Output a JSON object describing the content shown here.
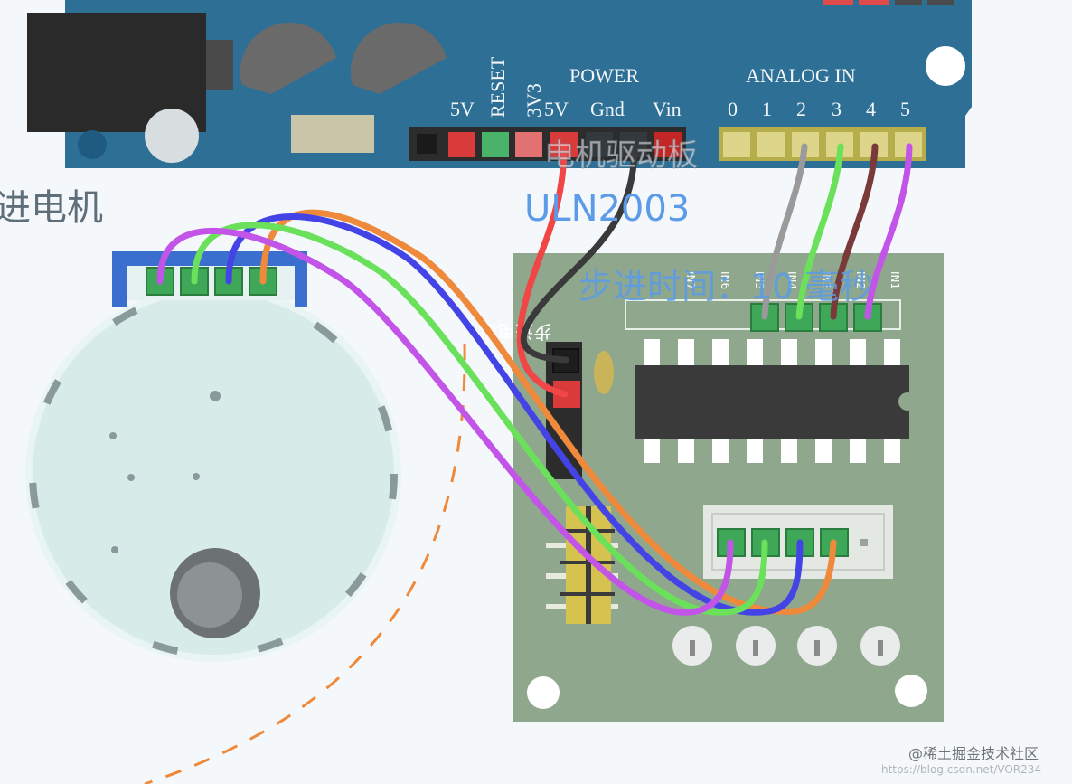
{
  "labels": {
    "power_header": "POWER",
    "analog_header": "ANALOG  IN",
    "pin_5v_left": "5V",
    "pin_reset": "RESET",
    "pin_3v3": "3V3",
    "pin_5v": "5V",
    "pin_gnd": "Gnd",
    "pin_vin": "Vin",
    "analog_pins": [
      "0",
      "1",
      "2",
      "3",
      "4",
      "5"
    ],
    "driver_board_text": "电机驱动板",
    "chip_name": "ULN2003",
    "motor_text": "进电机",
    "step_time_text": "步进时间：10 毫秒",
    "board_silk_text": "步进电机",
    "in_pins": [
      "IN7",
      "IN6",
      "IN5",
      "IN4",
      "IN3",
      "IN2",
      "IN1"
    ],
    "watermark": "@稀土掘金技术社区",
    "watermark_url": "https://blog.csdn.net/VOR234"
  },
  "colors": {
    "arduino_blue": "#2e6f96",
    "driver_green": "#8fa78c",
    "wire_red": "#f04646",
    "wire_black": "#3a3a3a",
    "wire_gray": "#9a9a9a",
    "wire_green": "#6be05a",
    "wire_brown": "#7a3a3a",
    "wire_purple": "#c255e8",
    "wire_blue": "#4444e6",
    "wire_orange": "#ef8a3c",
    "overlay_text": "#5b9be8"
  }
}
